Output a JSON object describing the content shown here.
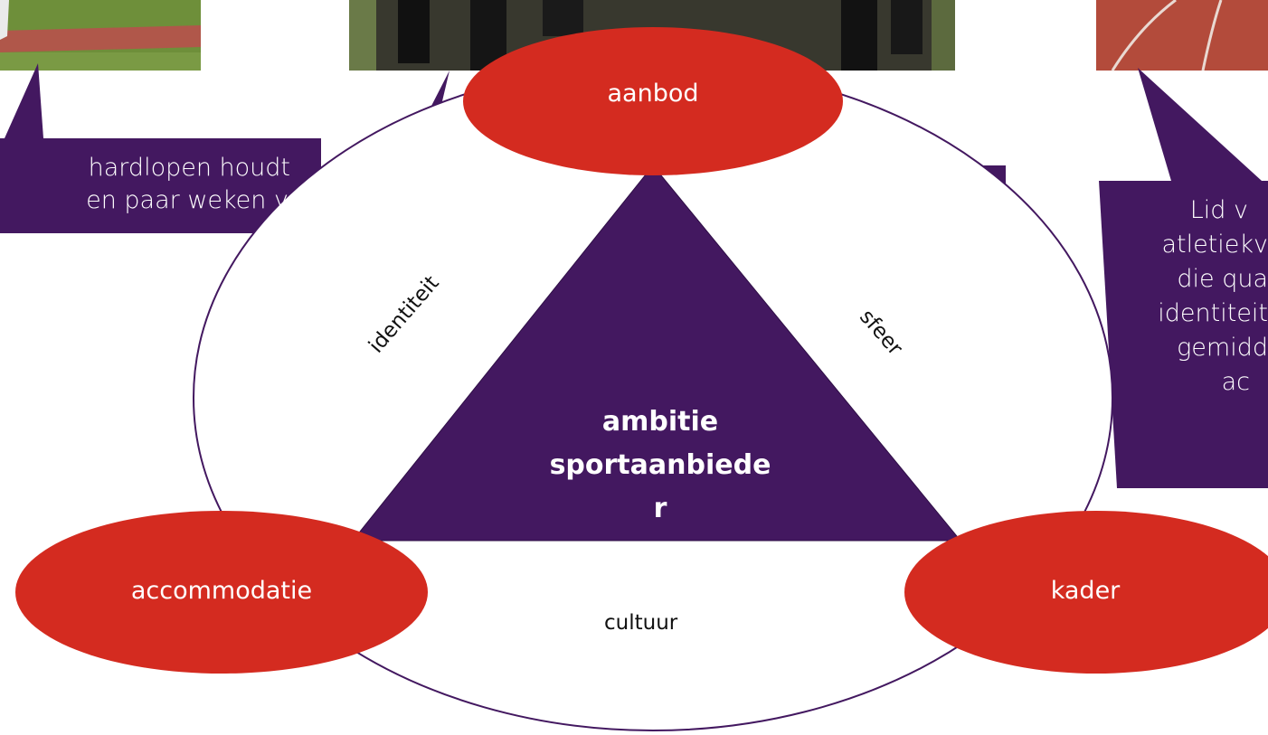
{
  "colors": {
    "red": "#d42b20",
    "purple": "#431860",
    "outline": "#431860",
    "grass": "#6e8f3a",
    "track": "#b24a3c",
    "dark": "#1e1e1e"
  },
  "callouts": {
    "left": {
      "line1": "hardlopen houdt",
      "line2": "en paar weken vol"
    },
    "right": {
      "line1": "Lid v",
      "line2": "atletiekv",
      "line3": "die qua",
      "line4": "identiteit",
      "line5": "gemidd",
      "line6": "ac"
    }
  },
  "nodes": {
    "top": "aanbod",
    "left": "accommodatie",
    "right": "kader"
  },
  "edges": {
    "left": "identiteit",
    "right": "sfeer",
    "bottom": "cultuur"
  },
  "center": {
    "line1": "ambitie",
    "line2": "sportaanbiede",
    "line3": "r"
  }
}
